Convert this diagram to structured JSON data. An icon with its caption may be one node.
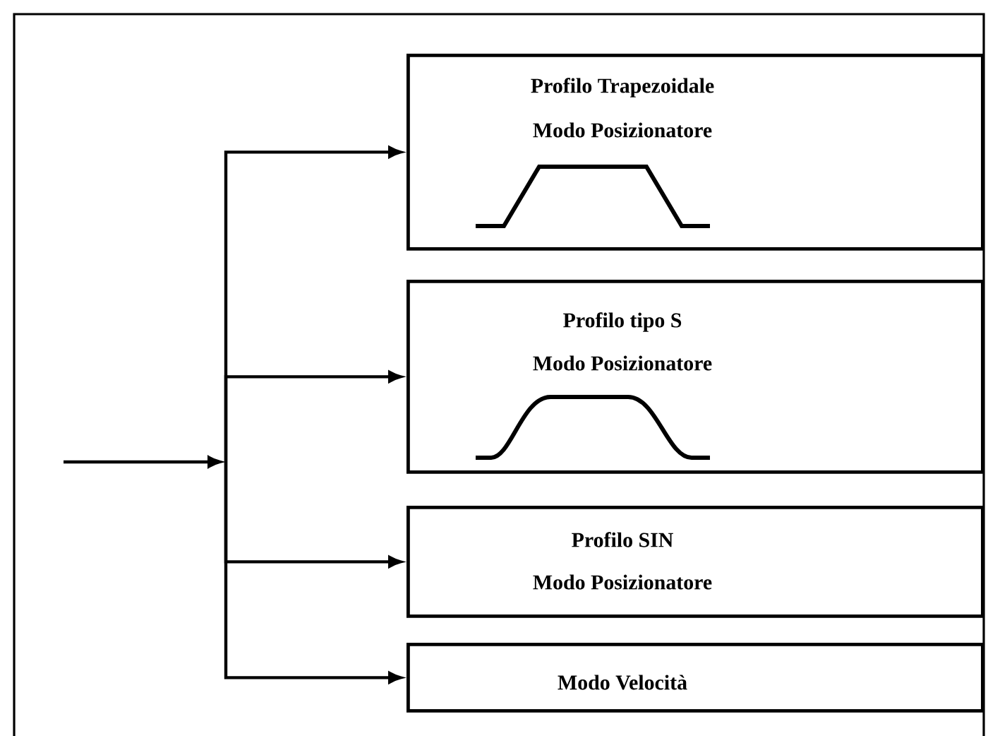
{
  "diagram": {
    "nodes": [
      {
        "text": [
          "Profilo Trapezoidale",
          "Modo Posizionatore"
        ]
      },
      {
        "text": [
          "Profilo tipo S",
          "Modo Posizionatore"
        ]
      },
      {
        "text": [
          "Profilo SIN",
          "Modo Posizionatore"
        ]
      },
      {
        "text": [
          "Modo Velocità"
        ]
      }
    ],
    "edges": [
      {
        "from": null,
        "to": 0,
        "arrow": "to"
      },
      {
        "from": null,
        "to": 1,
        "arrow": "to"
      },
      {
        "from": null,
        "to": 2,
        "arrow": "to"
      },
      {
        "from": null,
        "to": 3,
        "arrow": "to"
      }
    ]
  }
}
